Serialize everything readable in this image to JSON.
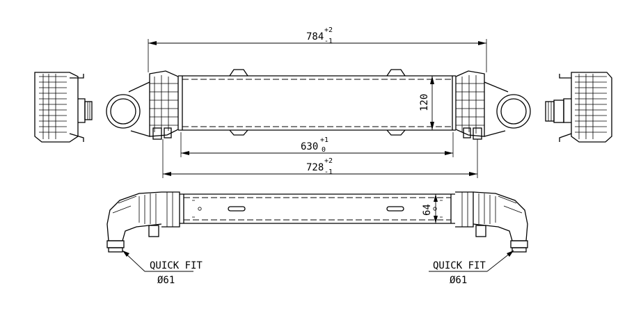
{
  "dimensions": {
    "overall_length": {
      "nominal": "784",
      "upper": "+2",
      "lower": "-1"
    },
    "core_length": {
      "nominal": "630",
      "upper": "+1",
      "lower": "0"
    },
    "tank_length": {
      "nominal": "728",
      "upper": "+2",
      "lower": "-1"
    },
    "core_height": "120",
    "core_depth": "64"
  },
  "callouts": {
    "left": {
      "label": "QUICK FIT",
      "diameter": "Ø61"
    },
    "right": {
      "label": "QUICK FIT",
      "diameter": "Ø61"
    }
  },
  "colors": {
    "line": "#000000",
    "background": "#ffffff"
  }
}
